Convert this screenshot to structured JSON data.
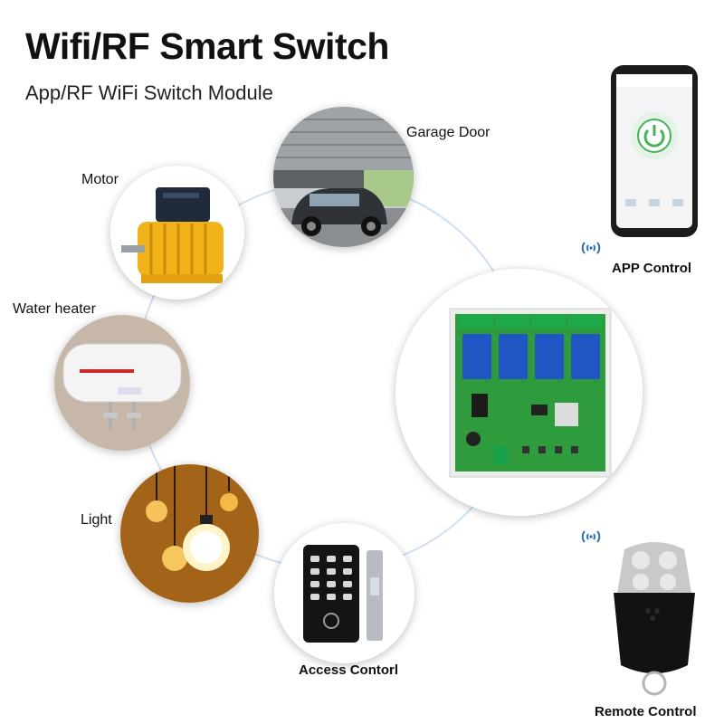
{
  "header": {
    "title": "Wifi/RF Smart Switch",
    "subtitle": "App/RF WiFi Switch Module"
  },
  "applications": [
    {
      "label": "Garage Door",
      "icon": "garage-door-photo"
    },
    {
      "label": "Motor",
      "icon": "motor-photo"
    },
    {
      "label": "Water heater",
      "icon": "water-heater-photo"
    },
    {
      "label": "Light",
      "icon": "light-bulbs-photo"
    },
    {
      "label": "Access Contorl",
      "icon": "keypad-lock-photo"
    }
  ],
  "controls": {
    "app": {
      "label": "APP Control",
      "icon": "smartphone-app-photo"
    },
    "remote": {
      "label": "Remote Control",
      "icon": "rf-remote-photo"
    }
  },
  "module": {
    "icon": "relay-board-photo",
    "relay_count": 4
  },
  "colors": {
    "accent": "#4caf50",
    "ring": "#cfe0f0",
    "wifi": "#2a6fb8"
  }
}
